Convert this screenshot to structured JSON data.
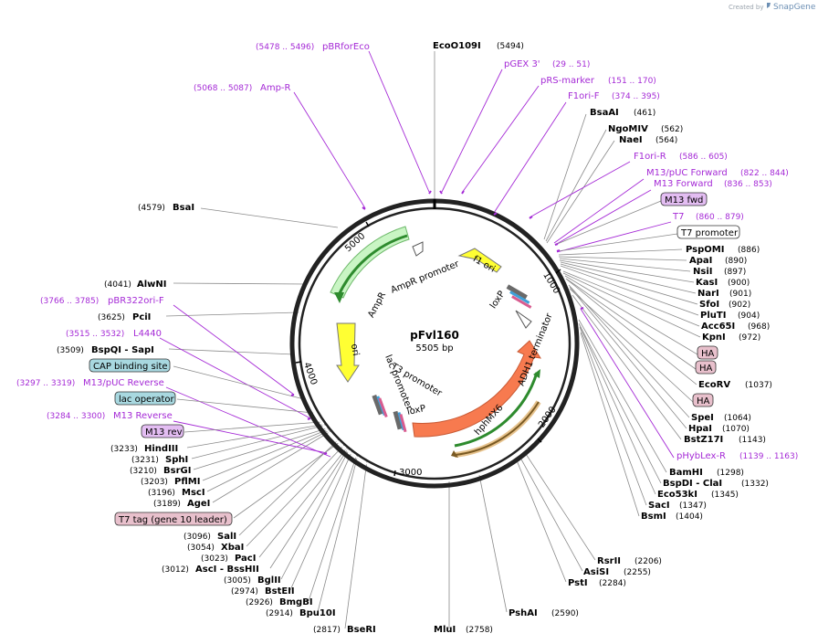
{
  "credit": {
    "created_by": "Created by",
    "brand": "SnapGene"
  },
  "plasmid": {
    "name": "pFvl160",
    "length": "5505 bp"
  },
  "ticks": [
    "1000",
    "2000",
    "3000",
    "4000",
    "5000"
  ],
  "features": {
    "f1ori": "f1 ori",
    "loxP_right": "loxP",
    "ampR_promoter": "AmpR promoter",
    "ampR": "AmpR",
    "ori": "ori",
    "adh1_terminator": "ADH1 terminator",
    "hphMX6": "hphMX6",
    "lac_promoter": "lac promoter",
    "t3_promoter": "T3 promoter",
    "loxP_left": "loxP"
  },
  "enzymes_top": [
    {
      "name": "EcoO109I",
      "pos": "(5494)"
    }
  ],
  "enzymes_right": [
    {
      "name": "BsaAI",
      "pos": "(461)"
    },
    {
      "name": "NgoMIV",
      "pos": "(562)"
    },
    {
      "name": "NaeI",
      "pos": "(564)"
    },
    {
      "name": "PspOMI",
      "pos": "(886)"
    },
    {
      "name": "ApaI",
      "pos": "(890)"
    },
    {
      "name": "NsiI",
      "pos": "(897)"
    },
    {
      "name": "KasI",
      "pos": "(900)"
    },
    {
      "name": "NarI",
      "pos": "(901)"
    },
    {
      "name": "SfoI",
      "pos": "(902)"
    },
    {
      "name": "PluTI",
      "pos": "(904)"
    },
    {
      "name": "Acc65I",
      "pos": "(968)"
    },
    {
      "name": "KpnI",
      "pos": "(972)"
    },
    {
      "name": "EcoRV",
      "pos": "(1037)"
    },
    {
      "name": "SpeI",
      "pos": "(1064)"
    },
    {
      "name": "HpaI",
      "pos": "(1070)"
    },
    {
      "name": "BstZ17I",
      "pos": "(1143)"
    },
    {
      "name": "BamHI",
      "pos": "(1298)"
    },
    {
      "name": "BspDI - ClaI",
      "pos": "(1332)"
    },
    {
      "name": "Eco53kI",
      "pos": "(1345)"
    },
    {
      "name": "SacI",
      "pos": "(1347)"
    },
    {
      "name": "BsmI",
      "pos": "(1404)"
    },
    {
      "name": "RsrII",
      "pos": "(2206)"
    },
    {
      "name": "AsiSI",
      "pos": "(2255)"
    },
    {
      "name": "PstI",
      "pos": "(2284)"
    },
    {
      "name": "PshAI",
      "pos": "(2590)"
    },
    {
      "name": "MluI",
      "pos": "(2758)"
    }
  ],
  "enzymes_left": [
    {
      "name": "BsaI",
      "pos": "(4579)"
    },
    {
      "name": "AlwNI",
      "pos": "(4041)"
    },
    {
      "name": "PciI",
      "pos": "(3625)"
    },
    {
      "name": "BspQI - SapI",
      "pos": "(3509)"
    },
    {
      "name": "HindIII",
      "pos": "(3233)"
    },
    {
      "name": "SphI",
      "pos": "(3231)"
    },
    {
      "name": "BsrGI",
      "pos": "(3210)"
    },
    {
      "name": "PflMI",
      "pos": "(3203)"
    },
    {
      "name": "MscI",
      "pos": "(3196)"
    },
    {
      "name": "AgeI",
      "pos": "(3189)"
    },
    {
      "name": "SalI",
      "pos": "(3096)"
    },
    {
      "name": "XbaI",
      "pos": "(3054)"
    },
    {
      "name": "PacI",
      "pos": "(3023)"
    },
    {
      "name": "AscI - BssHII",
      "pos": "(3012)"
    },
    {
      "name": "BglII",
      "pos": "(3005)"
    },
    {
      "name": "BstEII",
      "pos": "(2974)"
    },
    {
      "name": "BmgBI",
      "pos": "(2926)"
    },
    {
      "name": "Bpu10I",
      "pos": "(2914)"
    },
    {
      "name": "BseRI",
      "pos": "(2817)"
    }
  ],
  "primers": [
    {
      "name": "pBRforEco",
      "pos": "(5478 .. 5496)"
    },
    {
      "name": "pGEX 3'",
      "pos": "(29 .. 51)"
    },
    {
      "name": "pRS-marker",
      "pos": "(151 .. 170)"
    },
    {
      "name": "F1ori-F",
      "pos": "(374 .. 395)"
    },
    {
      "name": "Amp-R",
      "pos": "(5068 .. 5087)"
    },
    {
      "name": "F1ori-R",
      "pos": "(586 .. 605)"
    },
    {
      "name": "M13/pUC Forward",
      "pos": "(822 .. 844)"
    },
    {
      "name": "M13 Forward",
      "pos": "(836 .. 853)"
    },
    {
      "name": "T7",
      "pos": "(860 .. 879)"
    },
    {
      "name": "pHybLex-R",
      "pos": "(1139 .. 1163)"
    },
    {
      "name": "pBR322ori-F",
      "pos": "(3766 .. 3785)"
    },
    {
      "name": "L4440",
      "pos": "(3515 .. 3532)"
    },
    {
      "name": "M13/pUC Reverse",
      "pos": "(3297 .. 3319)"
    },
    {
      "name": "M13 Reverse",
      "pos": "(3284 .. 3300)"
    }
  ],
  "boxed": {
    "m13fwd": "M13 fwd",
    "t7promoter": "T7 promoter",
    "ha1": "HA",
    "ha2": "HA",
    "ha3": "HA",
    "cap": "CAP binding site",
    "lacop": "lac operator",
    "m13rev": "M13 rev",
    "t7tag": "T7 tag (gene 10 leader)"
  }
}
